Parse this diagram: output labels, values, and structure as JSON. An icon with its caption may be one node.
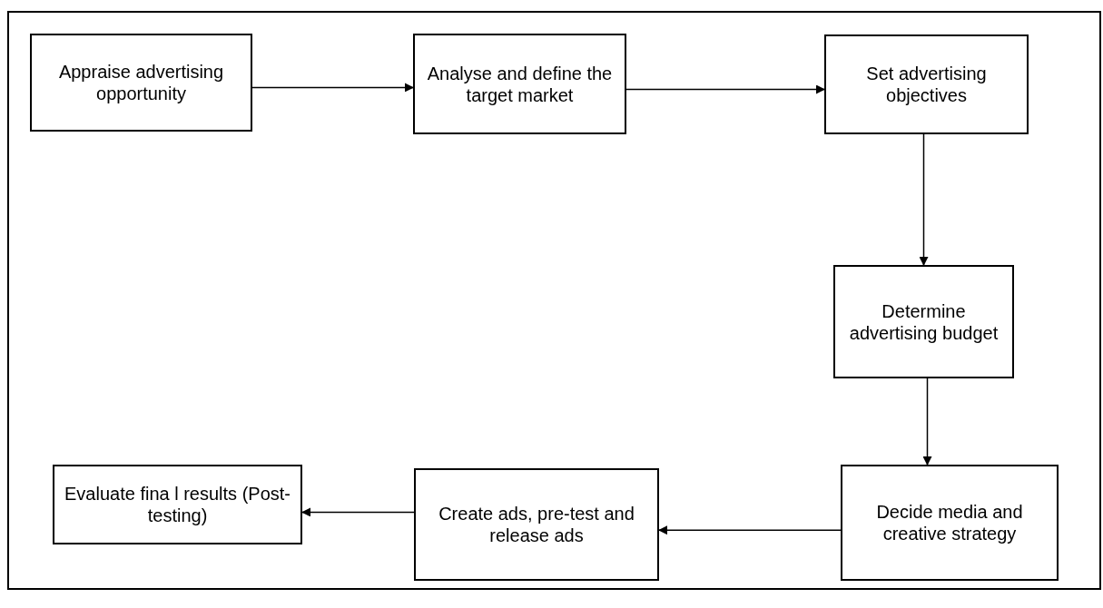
{
  "diagram": {
    "nodes": [
      {
        "text": [
          "Appraise advertising opportunity"
        ]
      },
      {
        "text": [
          "Analyse and define the target market"
        ]
      },
      {
        "text": [
          "Set advertising objectives"
        ]
      },
      {
        "text": [
          "Determine advertising budget"
        ]
      },
      {
        "text": [
          "Decide media and creative strategy"
        ]
      },
      {
        "text": [
          "Create ads, pre-test and release ads"
        ]
      },
      {
        "text": [
          "Evaluate fina l results (Post-testing)"
        ]
      }
    ],
    "edges": [
      {
        "from": 0,
        "to": 1,
        "arrow": "to"
      },
      {
        "from": 1,
        "to": 2,
        "arrow": "to"
      },
      {
        "from": 2,
        "to": 3,
        "arrow": "to"
      },
      {
        "from": 3,
        "to": 4,
        "arrow": "to"
      },
      {
        "from": 4,
        "to": 5,
        "arrow": "to"
      },
      {
        "from": 5,
        "to": 6,
        "arrow": "to"
      }
    ]
  }
}
